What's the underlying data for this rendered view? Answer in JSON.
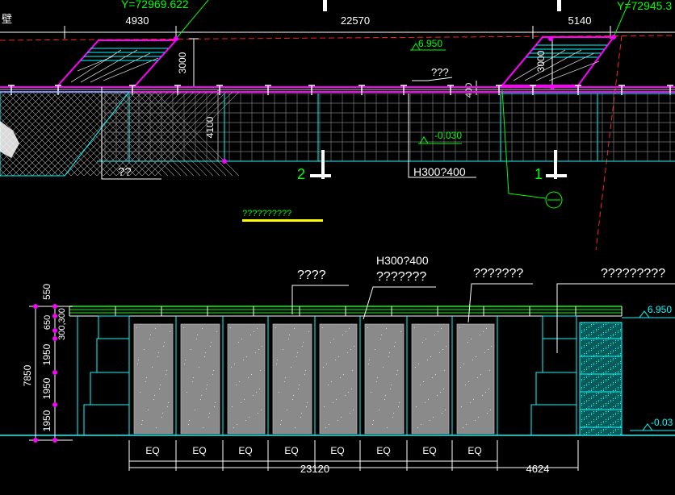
{
  "colors": {
    "background": "#000000",
    "white": "#ffffff",
    "green": "#00ff00",
    "cyan": "#00ffff",
    "magenta": "#ff00ff",
    "yellow": "#ffff00",
    "red": "#ff2020",
    "grey": "#8a8a8a",
    "lightgrey": "#c8c8c8"
  },
  "plan": {
    "coord_left": "Y=72969.622",
    "coord_right": "Y=72945.3",
    "dim_a": "4930",
    "dim_b": "22570",
    "dim_c": "5140",
    "dim_v1": "3000",
    "dim_v2": "3000",
    "dim_v3": "4100",
    "dim_v4": "400",
    "level_top": "6.950",
    "level_bottom": "-0.030",
    "tag_a": "???",
    "tag_b": "??",
    "tag_beam": "H300?400",
    "grid_1": "1",
    "grid_2": "2",
    "header_cut": "壁"
  },
  "section_title": "??????????",
  "elevation": {
    "label_1": "????",
    "label_2_line1": "H300?400",
    "label_2_line2": "???????",
    "label_3": "???????",
    "label_4": "?????????",
    "level_top": "6.950",
    "level_bottom": "-0.03",
    "dims_left": [
      "550",
      "650",
      "300,300",
      "1950",
      "1950",
      "1950",
      "7850"
    ],
    "eq_labels": [
      "EQ",
      "EQ",
      "EQ",
      "EQ",
      "EQ",
      "EQ",
      "EQ",
      "EQ"
    ],
    "dim_total": "23120",
    "dim_right": "4624"
  }
}
